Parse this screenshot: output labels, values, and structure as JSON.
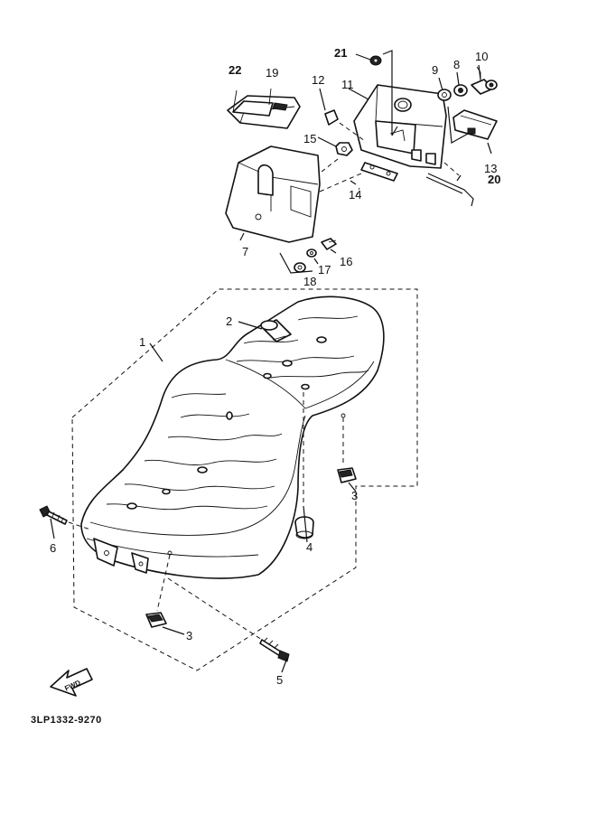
{
  "diagram_code": "3LP1332-9270",
  "fwd_label": "FWD",
  "callouts": {
    "c1": "1",
    "c2": "2",
    "c3a": "3",
    "c3b": "3",
    "c4": "4",
    "c5": "5",
    "c6": "6",
    "c7": "7",
    "c8": "8",
    "c9": "9",
    "c10": "10",
    "c11": "11",
    "c12": "12",
    "c13": "13",
    "c14": "14",
    "c15": "15",
    "c16": "16",
    "c17": "17",
    "c18": "18",
    "c19": "19",
    "c20": "20",
    "c21": "21",
    "c22": "22"
  }
}
